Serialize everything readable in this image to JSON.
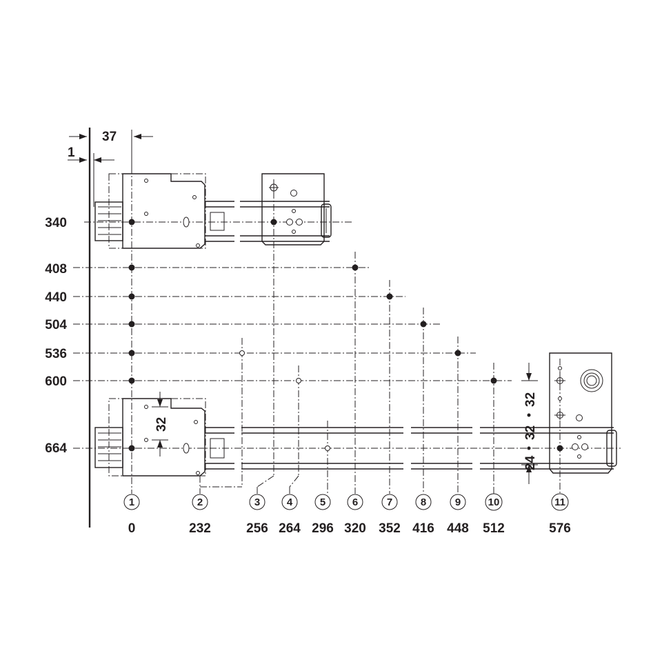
{
  "drawing": {
    "dimensions": {
      "top_offset": "37",
      "wall_offset": "1",
      "hole_spacing_lower": "32",
      "right_spacing_1": "32",
      "right_spacing_2": "32",
      "right_spacing_3": "24"
    },
    "rows": [
      "340",
      "408",
      "440",
      "504",
      "536",
      "600",
      "664"
    ],
    "columns": [
      {
        "num": "1",
        "value": "0"
      },
      {
        "num": "2",
        "value": "232"
      },
      {
        "num": "3",
        "value": "256"
      },
      {
        "num": "4",
        "value": "264"
      },
      {
        "num": "5",
        "value": "296"
      },
      {
        "num": "6",
        "value": "320"
      },
      {
        "num": "7",
        "value": "352"
      },
      {
        "num": "8",
        "value": "416"
      },
      {
        "num": "9",
        "value": "448"
      },
      {
        "num": "10",
        "value": "512"
      },
      {
        "num": "11",
        "value": "576"
      }
    ]
  }
}
